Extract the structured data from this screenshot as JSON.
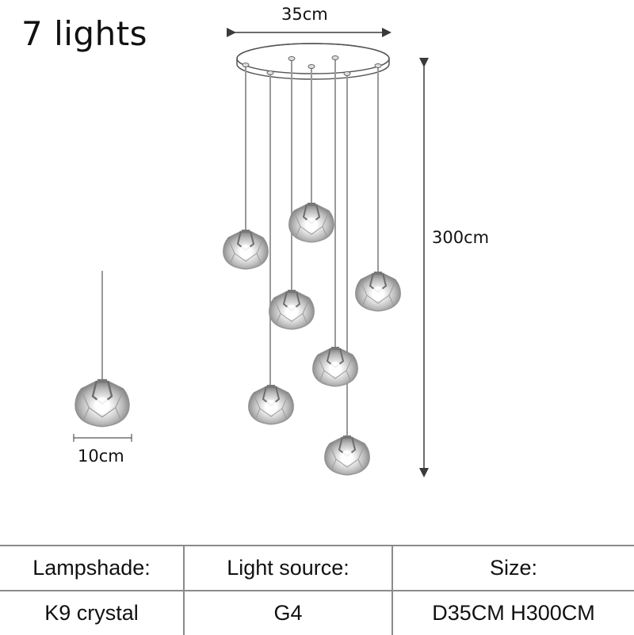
{
  "title": "7 lights",
  "dimensions": {
    "canopy_width": "35cm",
    "height": "300cm",
    "shade_width": "10cm"
  },
  "pendants": {
    "count": 7,
    "material_look": "crystal"
  },
  "colors": {
    "line": "#3a3a3a",
    "table_border": "#8a8a8a",
    "wire": "#9a9a9a",
    "crystal": "#b8b8b8"
  },
  "spec_table": {
    "headers": [
      "Lampshade:",
      "Light source:",
      "Size:"
    ],
    "values": [
      "K9 crystal",
      "G4",
      "D35CM H300CM"
    ]
  }
}
